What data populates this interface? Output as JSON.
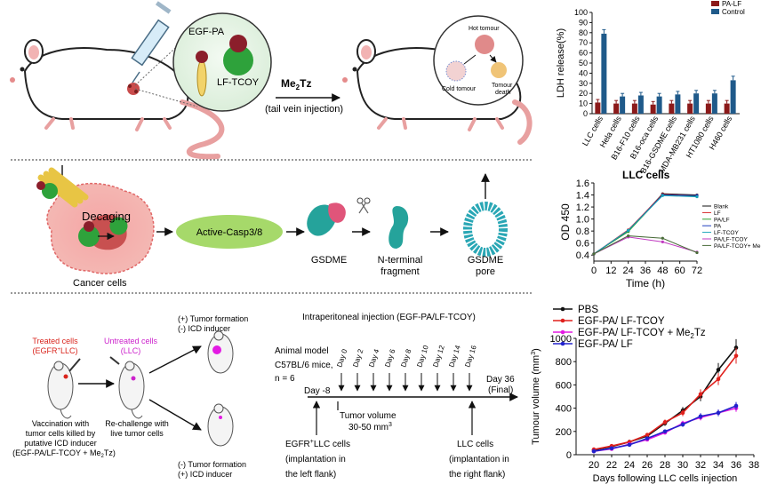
{
  "panel_a": {
    "bubble_label_1": "EGF-PA",
    "bubble_label_2": "LF-TCOY",
    "reagent": "Me",
    "reagent_sub": "2",
    "reagent_end": "Tz",
    "route": "(tail vein injection)",
    "hot_label": "Hot tomour",
    "cold_label": "Cold tomour",
    "death_label_1": "Tomour",
    "death_label_2": "death"
  },
  "panel_b": {
    "decaging": "Decaging",
    "cancer_cells": "Cancer cells",
    "active_casp": "Active-Casp3/8",
    "gsdme": "GSDME",
    "nterm_1": "N-terminal",
    "nterm_2": "fragment",
    "pore_1": "GSDME",
    "pore_2": "pore"
  },
  "panel_c": {
    "treated_1": "Treated cells",
    "treated_2": "(EGFR",
    "treated_2_sup": "+",
    "treated_2_end": "LLC)",
    "untreated_1": "Untreated cells",
    "untreated_2": "(LLC)",
    "outcome_pos_1": "(+) Tumor formation",
    "outcome_pos_2": "(-) ICD inducer",
    "outcome_neg_1": "(-) Tumor formation",
    "outcome_neg_2": "(+) ICD inducer",
    "vacc_1": "Vaccination with",
    "vacc_2": "tumor cells killed by",
    "vacc_3": "putative ICD inducer",
    "vacc_4": "(EGF-PA/LF-TCOY + Me",
    "vacc_4_sub": "2",
    "vacc_4_end": "Tz)",
    "rechal_1": "Re-challenge with",
    "rechal_2": "live tumor cells"
  },
  "timeline": {
    "title": "Intraperitoneal injection (EGF-PA/LF-TCOY)",
    "model_1": "Animal model",
    "model_2": "C57BL/6 mice,",
    "model_3": "n = 6",
    "days": [
      "Day 0",
      "Day 2",
      "Day 4",
      "Day 6",
      "Day 8",
      "Day 10",
      "Day 12",
      "Day 14",
      "Day 16"
    ],
    "start_day": "Day -8",
    "end_day_1": "Day 36",
    "end_day_2": "(Final)",
    "tv_1": "Tumor volume",
    "tv_2": "30-50 mm",
    "tv_sup": "3",
    "egfr_1": "EGFR",
    "egfr_sup": "+",
    "egfr_1_end": "LLC cells",
    "egfr_2": "(implantation in",
    "egfr_3": "the left flank)",
    "llc_1": "LLC cells",
    "llc_2": "(implantation in",
    "llc_3": "the right flank)"
  },
  "chart_data": [
    {
      "type": "bar",
      "title": "",
      "ylabel": "LDH release(%)",
      "xlabel": "",
      "ylim": [
        0,
        100
      ],
      "yticks": [
        0,
        10,
        20,
        30,
        40,
        50,
        60,
        70,
        80,
        90,
        100
      ],
      "categories": [
        "LLC cells",
        "Hela cells",
        "B16-F10 cells",
        "B16-oca cells",
        "B16-GSDME cells",
        "MDA-MB231 cells",
        "HT1080 cells",
        "H460 cells"
      ],
      "legend_position": "top-right",
      "series": [
        {
          "name": "PA-LF",
          "color": "#8b1a1a",
          "values": [
            11,
            10,
            10,
            9,
            10,
            10,
            10,
            10
          ],
          "errors": [
            3,
            3,
            3,
            3,
            3,
            3,
            3,
            3
          ]
        },
        {
          "name": "Control",
          "color": "#1f5a8a",
          "values": [
            79,
            17,
            18,
            17,
            19,
            20,
            20,
            33
          ],
          "errors": [
            4,
            3,
            3,
            3,
            3,
            3,
            3,
            4
          ]
        }
      ]
    },
    {
      "type": "line",
      "title": "LLC cells",
      "xlabel": "Time (h)",
      "ylabel": "OD 450",
      "xlim": [
        0,
        72
      ],
      "ylim": [
        0.3,
        1.6
      ],
      "xticks": [
        0,
        12,
        24,
        36,
        48,
        60,
        72
      ],
      "yticks": [
        0.4,
        0.6,
        0.8,
        1.0,
        1.2,
        1.4,
        1.6
      ],
      "x": [
        0,
        24,
        48,
        72
      ],
      "legend_position": "right",
      "series": [
        {
          "name": "Blank",
          "color": "#111111",
          "values": [
            0.42,
            0.8,
            1.42,
            1.4
          ]
        },
        {
          "name": "LF",
          "color": "#d62728",
          "values": [
            0.42,
            0.82,
            1.41,
            1.39
          ]
        },
        {
          "name": "PA/LF",
          "color": "#2ca02c",
          "values": [
            0.42,
            0.79,
            1.4,
            1.38
          ]
        },
        {
          "name": "PA",
          "color": "#1f3fbf",
          "values": [
            0.42,
            0.81,
            1.4,
            1.39
          ]
        },
        {
          "name": "LF-TCOY",
          "color": "#17a2b8",
          "values": [
            0.42,
            0.81,
            1.39,
            1.37
          ]
        },
        {
          "name": "PA/LF-TCOY",
          "color": "#c03ac0",
          "values": [
            0.42,
            0.7,
            0.62,
            0.45
          ]
        },
        {
          "name": "PA/LF-TCOY+ Me",
          "color": "#4a6c3a",
          "values": [
            0.42,
            0.72,
            0.68,
            0.44
          ]
        }
      ]
    },
    {
      "type": "line",
      "title": "",
      "xlabel": "Days following LLC cells injection",
      "ylabel": "Tumour volume (mm",
      "ylabel_sup": "3",
      "ylabel_end": ")",
      "xlim": [
        18,
        38
      ],
      "ylim": [
        0,
        1000
      ],
      "xticks": [
        20,
        22,
        24,
        26,
        28,
        30,
        32,
        34,
        36,
        38
      ],
      "yticks": [
        0,
        200,
        400,
        600,
        800,
        1000
      ],
      "x": [
        20,
        22,
        24,
        26,
        28,
        30,
        32,
        34,
        36
      ],
      "legend_position": "top-left",
      "series": [
        {
          "name": "PBS",
          "color": "#111111",
          "values": [
            40,
            70,
            110,
            160,
            270,
            380,
            500,
            730,
            920
          ]
        },
        {
          "name": "EGF-PA/ LF-TCOY",
          "color": "#e0201c",
          "values": [
            45,
            75,
            110,
            170,
            280,
            360,
            520,
            650,
            850
          ]
        },
        {
          "name": "EGF-PA/ LF-TCOY + Me",
          "name_sub": "2",
          "name_end": "Tz",
          "color": "#e31ae3",
          "values": [
            30,
            50,
            90,
            130,
            190,
            270,
            320,
            360,
            400
          ]
        },
        {
          "name": "EGF-PA/ LF",
          "color": "#2222cc",
          "values": [
            30,
            55,
            85,
            140,
            200,
            260,
            330,
            360,
            420
          ]
        }
      ]
    }
  ]
}
